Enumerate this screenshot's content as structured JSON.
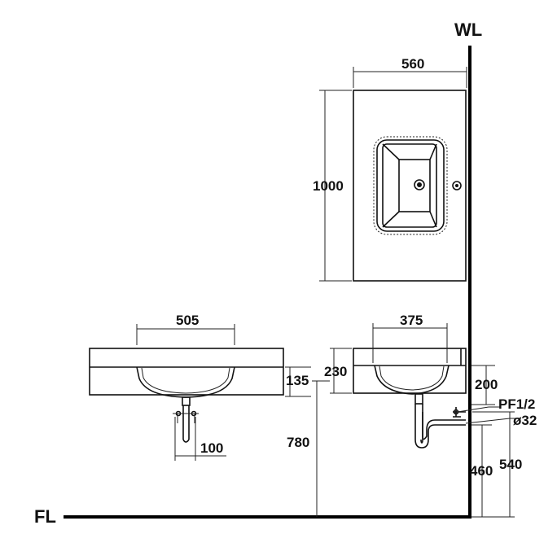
{
  "labels": {
    "wall": "WL",
    "floor": "FL"
  },
  "dimensions": {
    "top_width": "560",
    "top_depth": "1000",
    "front_width": "505",
    "front_bowl_depth": "135",
    "front_drain_spacing": "100",
    "side_bowl_width": "375",
    "side_counter_height": "230",
    "side_floor_to_top": "780",
    "side_drain_below": "200",
    "drain_thread": "PF1/2",
    "pipe_diameter": "ø32",
    "trap_height": "460",
    "supply_height": "540"
  }
}
